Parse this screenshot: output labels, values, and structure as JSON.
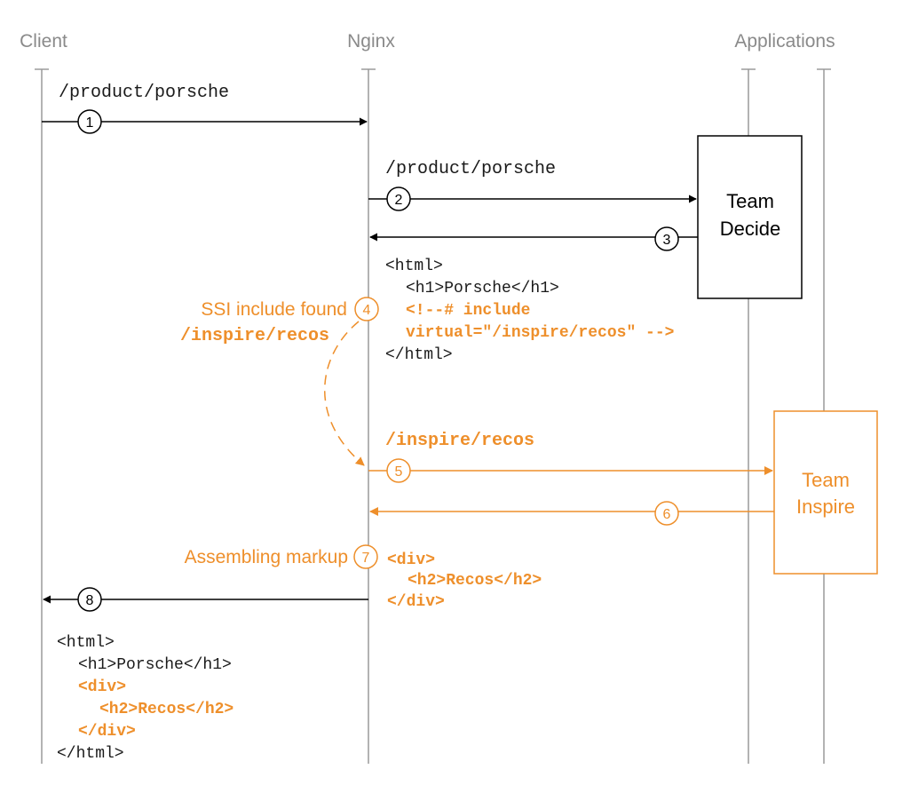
{
  "colors": {
    "accent": "#ee8f2b",
    "ink": "#1a1a1a",
    "lifeline": "#9a9a9a",
    "header": "#8a8a8a"
  },
  "headers": {
    "client": "Client",
    "nginx": "Nginx",
    "applications": "Applications"
  },
  "boxes": {
    "team_decide": [
      "Team",
      "Decide"
    ],
    "team_inspire": [
      "Team",
      "Inspire"
    ]
  },
  "steps": [
    "1",
    "2",
    "3",
    "4",
    "5",
    "6",
    "7",
    "8"
  ],
  "requests": {
    "client_path": "/product/porsche",
    "decide_path": "/product/porsche",
    "inspire_path": "/inspire/recos"
  },
  "decide_response": {
    "line1": "<html>",
    "line2": "<h1>Porsche</h1>",
    "line3": "<!--# include",
    "line4": "virtual=\"/inspire/recos\" -->",
    "line5": "</html>"
  },
  "ssi_note": {
    "text": "SSI include found",
    "path": "/inspire/recos"
  },
  "assemble_note": "Assembling markup",
  "inspire_response": {
    "line1": "<div>",
    "line2": "<h2>Recos</h2>",
    "line3": "</div>"
  },
  "final_response": {
    "line1": "<html>",
    "line2": "<h1>Porsche</h1>",
    "line3": "<div>",
    "line4": "<h2>Recos</h2>",
    "line5": "</div>",
    "line6": "</html>"
  }
}
